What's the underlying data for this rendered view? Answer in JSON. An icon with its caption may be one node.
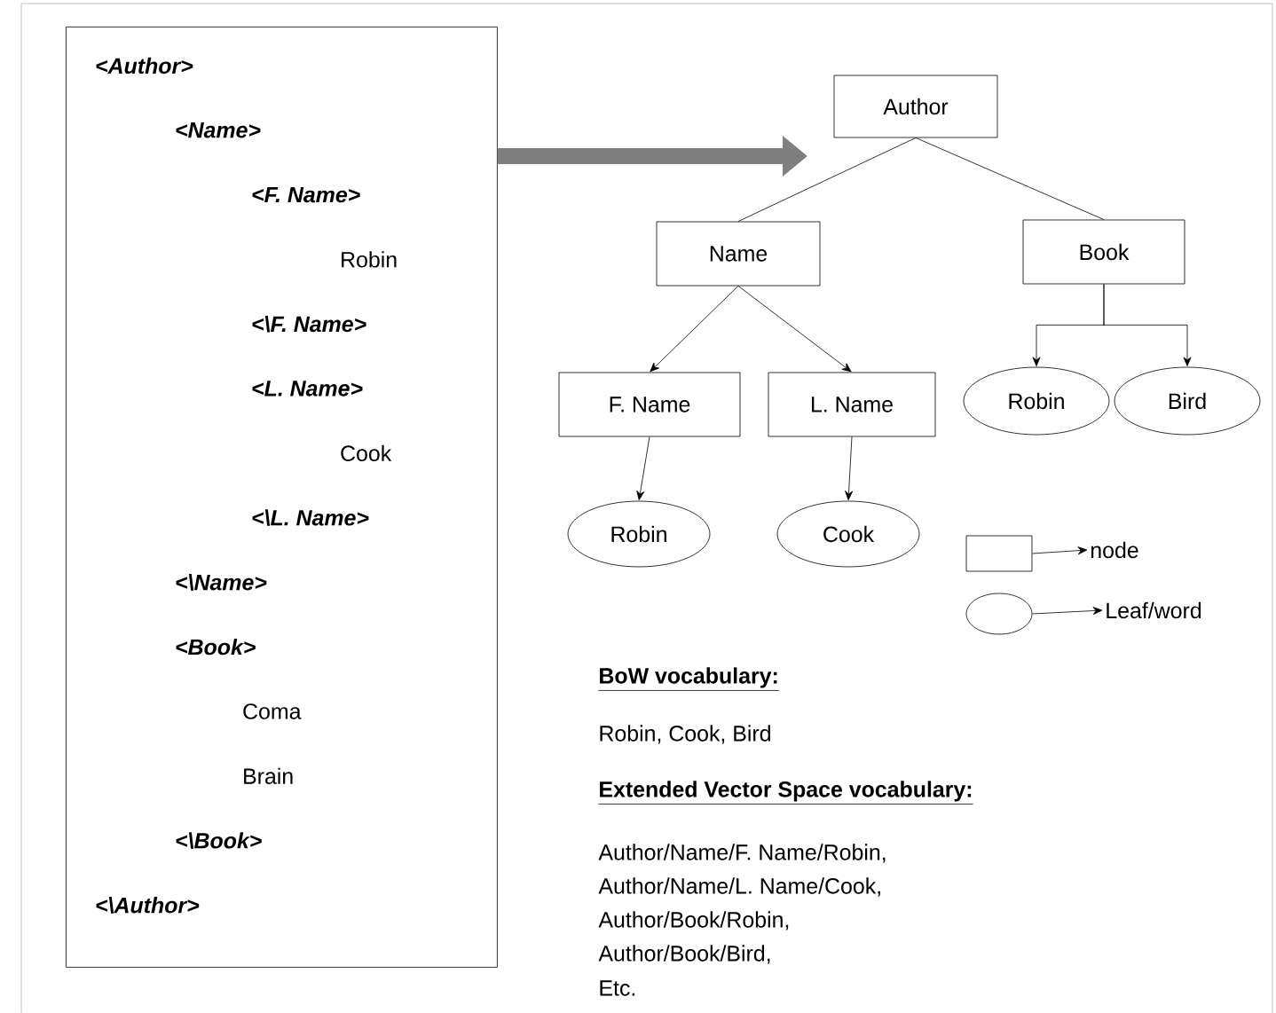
{
  "diagram": {
    "nodes": [
      {
        "text": [
          "<Author>",
          "<Name>",
          "<F. Name>",
          "Robin",
          "<\\F. Name>",
          "<L. Name>",
          "Cook",
          "<\\L. Name>",
          "<\\Name>",
          "<Book>",
          "Coma",
          "Brain",
          "<\\Book>",
          "<\\Author>"
        ]
      },
      {
        "text": [
          "Author"
        ]
      },
      {
        "text": [
          "Name"
        ]
      },
      {
        "text": [
          "Book"
        ]
      },
      {
        "text": [
          "F. Name"
        ]
      },
      {
        "text": [
          "L. Name"
        ]
      },
      {
        "text": [
          "Robin"
        ]
      },
      {
        "text": [
          "Bird"
        ]
      },
      {
        "text": [
          "Robin"
        ]
      },
      {
        "text": [
          "Cook"
        ]
      },
      {
        "text": [],
        "shape": "box"
      },
      {
        "text": [
          "node"
        ]
      },
      {
        "text": [],
        "shape": "ellipse"
      },
      {
        "text": [
          "Leaf/word"
        ]
      }
    ],
    "edges": [
      {
        "from": 0,
        "to": null,
        "arrow": "to",
        "style": "thick",
        "color": "#7f7f7f"
      },
      {
        "from": 1,
        "to": 2,
        "arrow": "none"
      },
      {
        "from": 1,
        "to": 3,
        "arrow": "none"
      },
      {
        "from": 2,
        "to": 4,
        "arrow": "to"
      },
      {
        "from": 2,
        "to": 5,
        "arrow": "to"
      },
      {
        "from": 3,
        "to": 6,
        "arrow": "to"
      },
      {
        "from": 3,
        "to": 7,
        "arrow": "to"
      },
      {
        "from": 4,
        "to": 8,
        "arrow": "to"
      },
      {
        "from": 5,
        "to": 9,
        "arrow": "to"
      },
      {
        "from": 10,
        "to": 11,
        "arrow": "to"
      },
      {
        "from": 12,
        "to": 13,
        "arrow": "to"
      }
    ],
    "labels": [
      "BoW vocabulary:",
      "Robin, Cook, Bird",
      "Extended Vector Space vocabulary:",
      "Author/Name/F. Name/Robin,",
      "Author/Name/L. Name/Cook,",
      "Author/Book/Robin,",
      "Author/Book/Bird,",
      "Etc."
    ]
  }
}
